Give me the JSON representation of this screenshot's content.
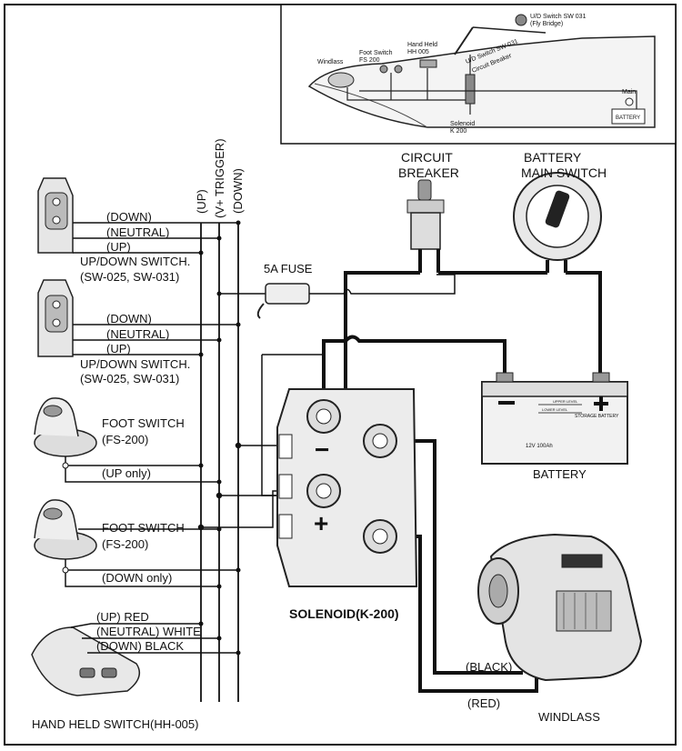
{
  "inset": {
    "windlass": "Windlass",
    "foot_switch": "Foot Switch",
    "foot_switch_model": "FS 200",
    "hand_held": "Hand Held",
    "hand_held_model": "HH 005",
    "ud_switch_fly": "U/D Switch SW 031",
    "fly_bridge": "(Fly Bridge)",
    "ud_switch": "U/D Switch SW 031",
    "circuit_breaker": "Circuit Breaker",
    "solenoid": "Solenoid",
    "solenoid_model": "K 200",
    "main": "Main",
    "battery": "BATTERY"
  },
  "bus_labels": {
    "up": "(UP)",
    "v_trigger": "(V+ TRIGGER)",
    "down": "(DOWN)"
  },
  "switch1": {
    "down": "(DOWN)",
    "neutral": "(NEUTRAL)",
    "up": "(UP)",
    "title": "UP/DOWN SWITCH.",
    "model": "(SW-025, SW-031)"
  },
  "switch2": {
    "down": "(DOWN)",
    "neutral": "(NEUTRAL)",
    "up": "(UP)",
    "title": "UP/DOWN SWITCH.",
    "model": "(SW-025, SW-031)"
  },
  "foot1": {
    "title": "FOOT SWITCH",
    "model": "(FS-200)",
    "wire": "(UP only)"
  },
  "foot2": {
    "title": "FOOT SWITCH",
    "model": "(FS-200)",
    "wire": "(DOWN only)"
  },
  "hand": {
    "up": "(UP) RED",
    "neutral": "(NEUTRAL) WHITE",
    "down": "(DOWN) BLACK",
    "title": "HAND HELD SWITCH(HH-005)"
  },
  "fuse": "5A FUSE",
  "circuit_breaker": {
    "line1": "CIRCUIT",
    "line2": "BREAKER"
  },
  "battery_switch": {
    "line1": "BATTERY",
    "line2": "MAIN SWITCH"
  },
  "battery": {
    "label": "BATTERY",
    "case_text": "12V 100Ah",
    "upper_level": "UPPER LEVEL",
    "lower_level": "LOWER LEVEL",
    "storage": "STORAGE BATTERY"
  },
  "solenoid": {
    "label": "SOLENOID(K-200)",
    "minus": "−",
    "plus": "+"
  },
  "windlass": {
    "label": "WINDLASS",
    "black": "(BLACK)",
    "red": "(RED)"
  }
}
